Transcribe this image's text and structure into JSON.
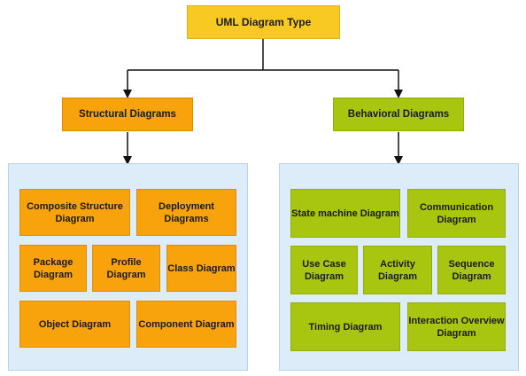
{
  "root": "UML Diagram Type",
  "structural": {
    "label": "Structural Diagrams",
    "items": [
      "Composite Structure Diagram",
      "Deployment Diagrams",
      "Package Diagram",
      "Profile Diagram",
      "Class Diagram",
      "Object Diagram",
      "Component Diagram"
    ]
  },
  "behavioral": {
    "label": "Behavioral Diagrams",
    "items": [
      "State machine Diagram",
      "Communication Diagram",
      "Use Case Diagram",
      "Activity Diagram",
      "Sequence Diagram",
      "Timing Diagram",
      "Interaction Overview Diagram"
    ]
  },
  "colors": {
    "root": "#f9c923",
    "structural": "#f8a20c",
    "behavioral": "#a8c60f",
    "panel": "#dcecf9"
  }
}
